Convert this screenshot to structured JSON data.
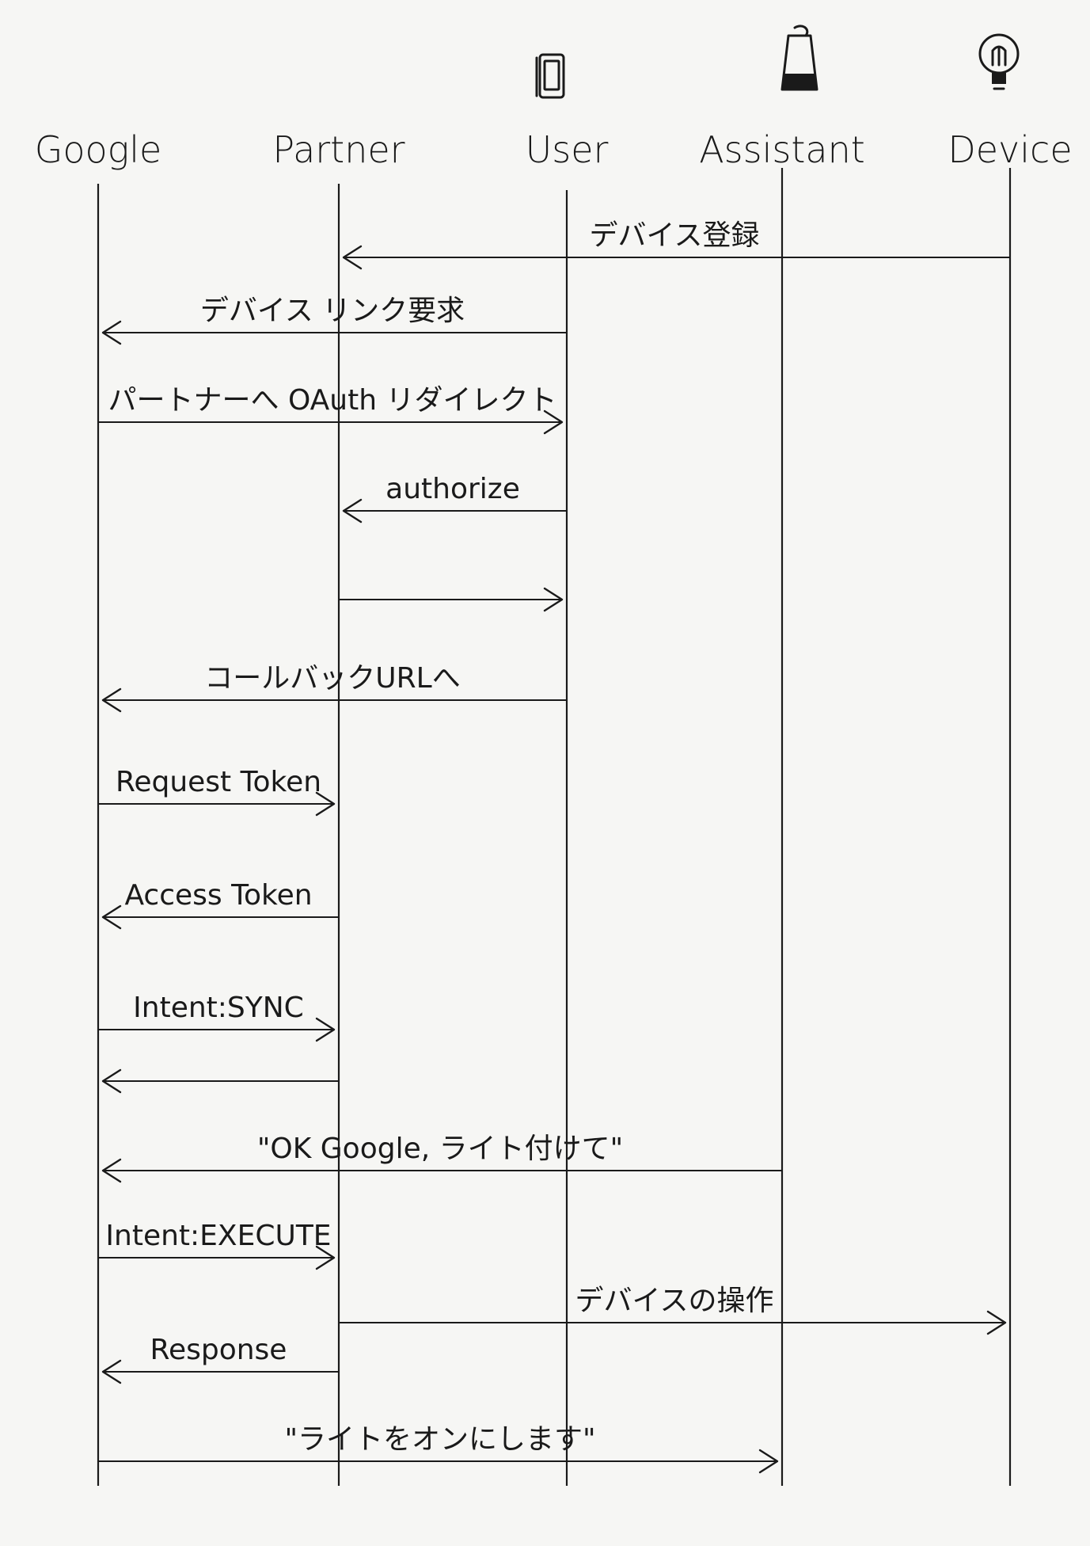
{
  "participants": [
    {
      "id": "google",
      "label": "Google",
      "icon": ""
    },
    {
      "id": "partner",
      "label": "Partner",
      "icon": ""
    },
    {
      "id": "user",
      "label": "User",
      "icon": "smartphone-icon"
    },
    {
      "id": "assistant",
      "label": "Assistant",
      "icon": "smart-speaker-icon"
    },
    {
      "id": "device",
      "label": "Device",
      "icon": "lightbulb-icon"
    }
  ],
  "messages": [
    {
      "from": "device",
      "to": "partner",
      "label": "デバイス登録"
    },
    {
      "from": "user",
      "to": "google",
      "label": "デバイス リンク要求"
    },
    {
      "from": "google",
      "to": "user",
      "label": "パートナーへ OAuth リダイレクト"
    },
    {
      "from": "user",
      "to": "partner",
      "label": "authorize"
    },
    {
      "from": "partner",
      "to": "user",
      "label": ""
    },
    {
      "from": "user",
      "to": "google",
      "label": "コールバックURLへ"
    },
    {
      "from": "google",
      "to": "partner",
      "label": "Request Token"
    },
    {
      "from": "partner",
      "to": "google",
      "label": "Access Token"
    },
    {
      "from": "google",
      "to": "partner",
      "label": "Intent:SYNC"
    },
    {
      "from": "partner",
      "to": "google",
      "label": ""
    },
    {
      "from": "assistant",
      "to": "google",
      "label": "\"OK Google, ライト付けて\""
    },
    {
      "from": "google",
      "to": "partner",
      "label": "Intent:EXECUTE"
    },
    {
      "from": "partner",
      "to": "device",
      "label": "デバイスの操作"
    },
    {
      "from": "partner",
      "to": "google",
      "label": "Response"
    },
    {
      "from": "google",
      "to": "assistant",
      "label": "\"ライトをオンにします\""
    }
  ]
}
